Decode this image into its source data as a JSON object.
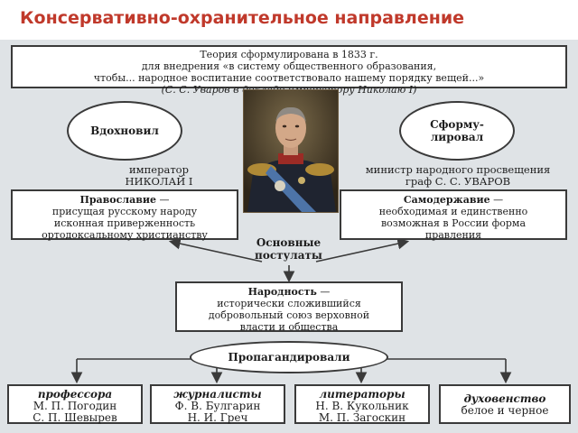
{
  "page_title": "Консервативно-охранительное направление",
  "diagram": {
    "top_box": {
      "line1": "Теория сформулирована в 1833 г.",
      "line2": "для внедрения «в систему общественного образования,",
      "line3": "чтобы... народное воспитание соответствовало нашему порядку вещей...»",
      "line4": "(С. С. Уваров в докладе императору Николаю I)"
    },
    "inspired": {
      "label": "Вдохновил",
      "person_line1": "император",
      "person_line2": "НИКОЛАЙ I"
    },
    "formulated": {
      "label_line1": "Сформу-",
      "label_line2": "лировал",
      "person_line1": "министр народного просвещения",
      "person_line2": "граф С. С. УВАРОВ"
    },
    "orthodoxy": {
      "term": "Православие",
      "text_first": " —",
      "line2": "присущая русскому народу",
      "line3": "исконная приверженность",
      "line4": "ортодоксальному христианству"
    },
    "autocracy": {
      "term": "Самодержавие",
      "text_first": " —",
      "line2": "необходимая и единственно",
      "line3": "возможная в России форма",
      "line4": "правления"
    },
    "postulates": {
      "line1": "Основные",
      "line2": "постулаты"
    },
    "nationality": {
      "term": "Народность",
      "text_first": " —",
      "line2": "исторически сложившийся",
      "line3": "добровольный союз верховной",
      "line4": "власти и общества"
    },
    "propagated": "Пропагандировали",
    "groups": [
      {
        "title": "профессора",
        "line1": "М. П. Погодин",
        "line2": "С. П. Шевырев"
      },
      {
        "title": "журналисты",
        "line1": "Ф. В. Булгарин",
        "line2": "Н. И. Греч"
      },
      {
        "title": "литераторы",
        "line1": "Н. В. Кукольник",
        "line2": "М. П. Загоскин"
      },
      {
        "title": "духовенство",
        "line1": "белое и черное",
        "line2": ""
      }
    ]
  },
  "colors": {
    "title": "#c0392b",
    "diagram_bg": "#dfe3e6",
    "stroke": "#3a3a3a"
  }
}
